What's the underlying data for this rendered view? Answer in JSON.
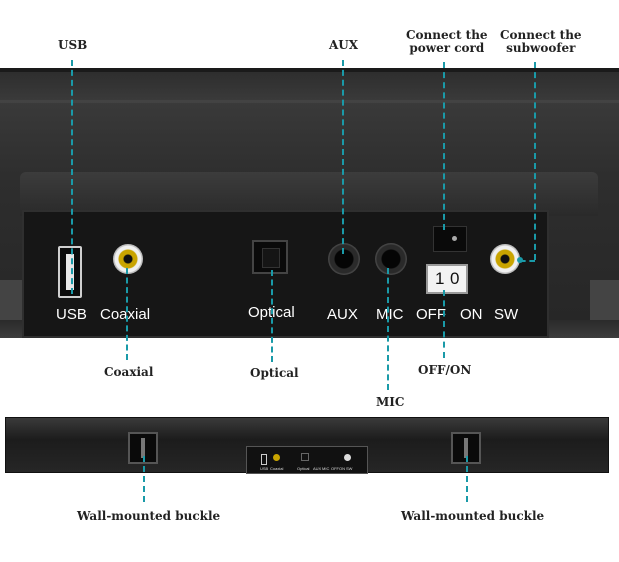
{
  "port_labels": {
    "usb": "USB",
    "coaxial": "Coaxial",
    "optical": "Optical",
    "aux": "AUX",
    "mic": "MIC",
    "off": "OFF",
    "on": "ON",
    "sw": "SW",
    "switch_one": "1",
    "switch_zero": "0"
  },
  "callouts": {
    "usb": "USB",
    "aux": "AUX",
    "power": "Connect the\npower cord",
    "subwoofer": "Connect the\nsubwoofer",
    "coaxial": "Coaxial",
    "optical": "Optical",
    "off_on": "OFF/ON",
    "mic": "MIC",
    "buckle_left": "Wall-mounted buckle",
    "buckle_right": "Wall-mounted buckle"
  },
  "colors": {
    "callout_line": "#1a9aa8",
    "body": "#2a2a2a",
    "label_text": "#ffffff"
  }
}
